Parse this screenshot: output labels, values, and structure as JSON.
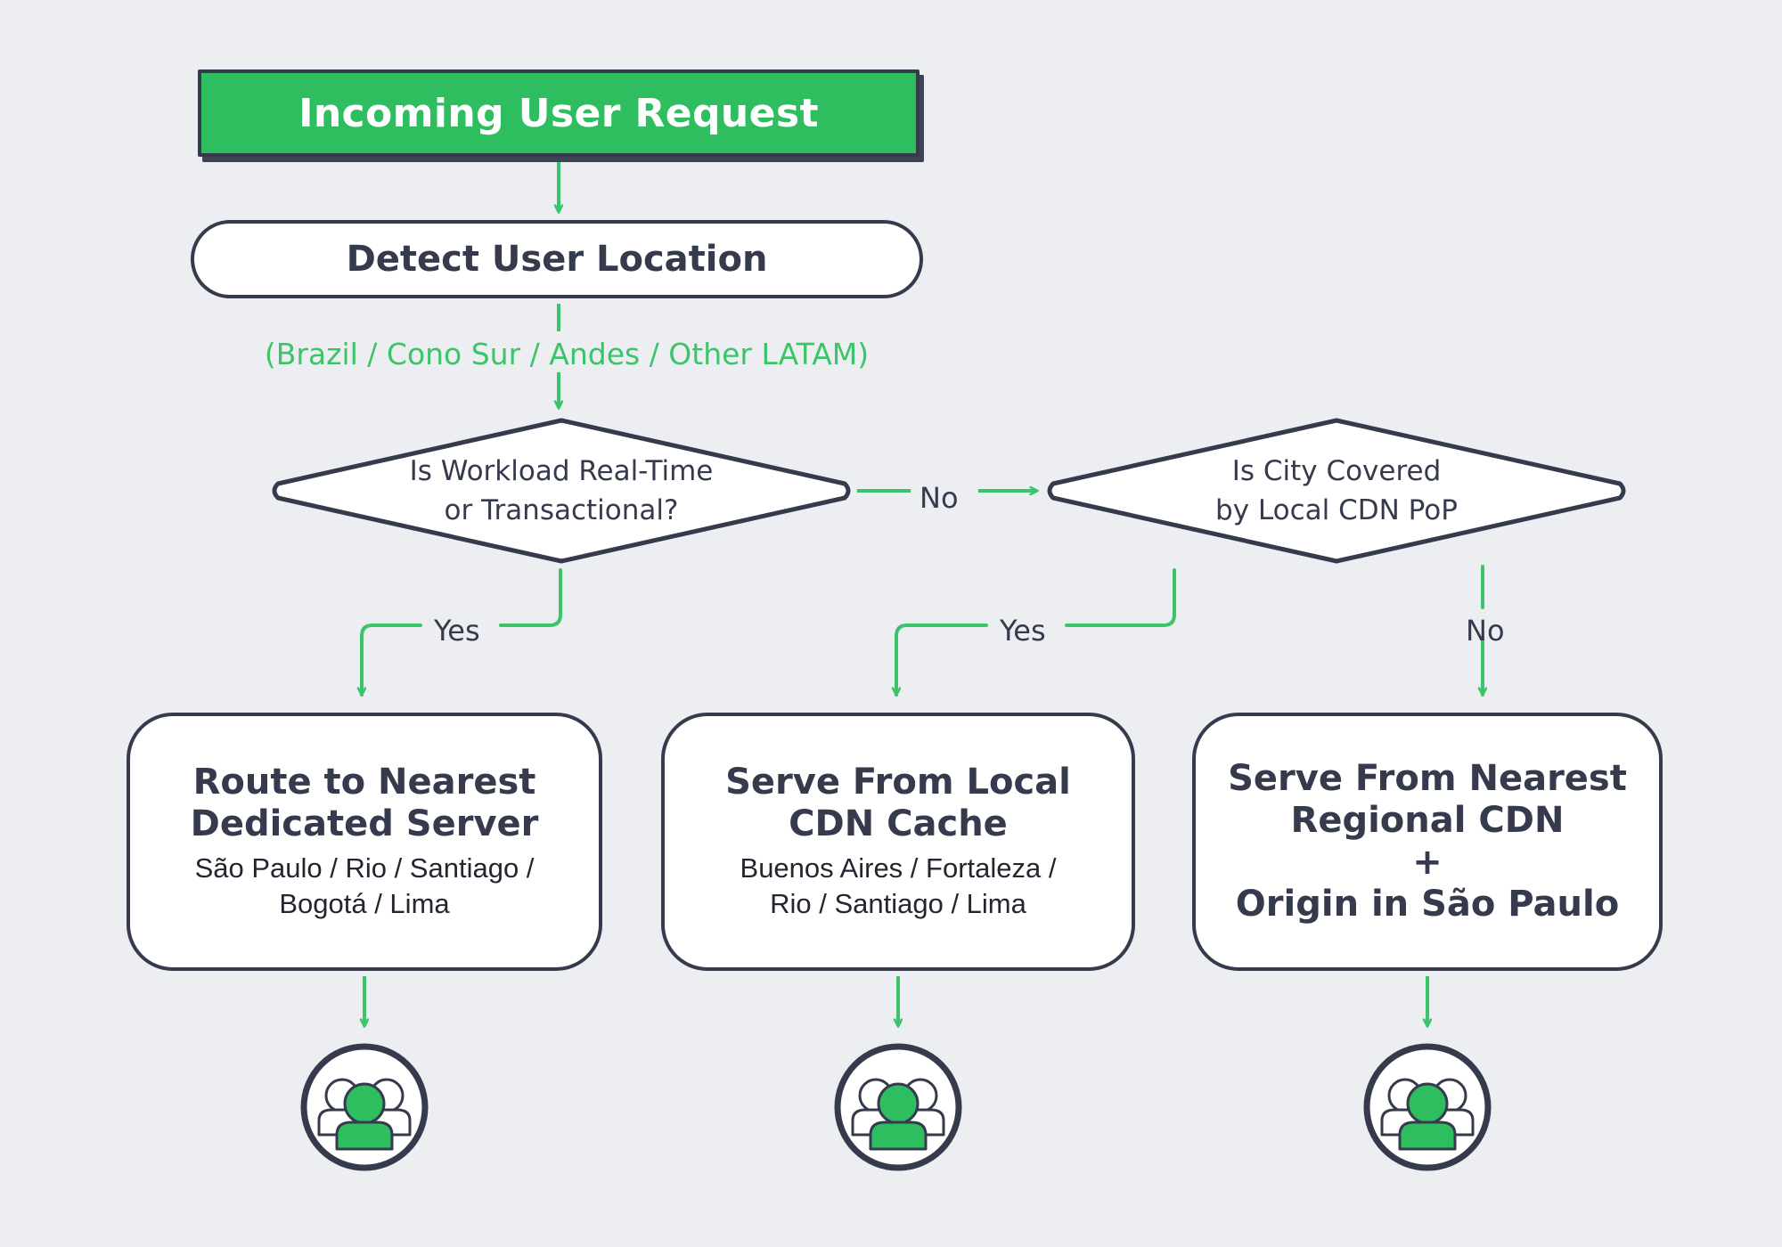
{
  "diagram": {
    "title": "LATAM request routing decision flow",
    "background_color": "#eceef2",
    "accent_green": "#2ebd5f",
    "line_green": "#3cc46a",
    "ink": "#353a4d"
  },
  "start": {
    "label": "Incoming User Request"
  },
  "process": {
    "label": "Detect User Location"
  },
  "route_label": {
    "text": "(Brazil / Cono Sur / Andes / Other LATAM)"
  },
  "decisions": [
    {
      "id": "workload",
      "line1": "Is Workload Real-Time",
      "line2": "or Transactional?"
    },
    {
      "id": "cdn-coverage",
      "line1": "Is City Covered",
      "line2": "by Local CDN PoP"
    }
  ],
  "edge_labels": {
    "no_1": "No",
    "yes_1": "Yes",
    "yes_2": "Yes",
    "no_2": "No"
  },
  "outcomes": [
    {
      "id": "dedicated",
      "title_line1": "Route to Nearest",
      "title_line2": "Dedicated Server",
      "subtitle_line1": "São Paulo / Rio / Santiago /",
      "subtitle_line2": "Bogotá / Lima"
    },
    {
      "id": "local-cdn",
      "title_line1": "Serve From Local",
      "title_line2": "CDN Cache",
      "subtitle_line1": "Buenos Aires / Fortaleza /",
      "subtitle_line2": "Rio / Santiago / Lima"
    },
    {
      "id": "regional-cdn",
      "title_line1": "Serve From Nearest",
      "title_line2": "Regional CDN",
      "title_line3": "+",
      "title_line4": "Origin in São Paulo"
    }
  ],
  "endpoints": [
    {
      "id": "users-1",
      "icon": "user-group-icon"
    },
    {
      "id": "users-2",
      "icon": "user-group-icon"
    },
    {
      "id": "users-3",
      "icon": "user-group-icon"
    }
  ]
}
